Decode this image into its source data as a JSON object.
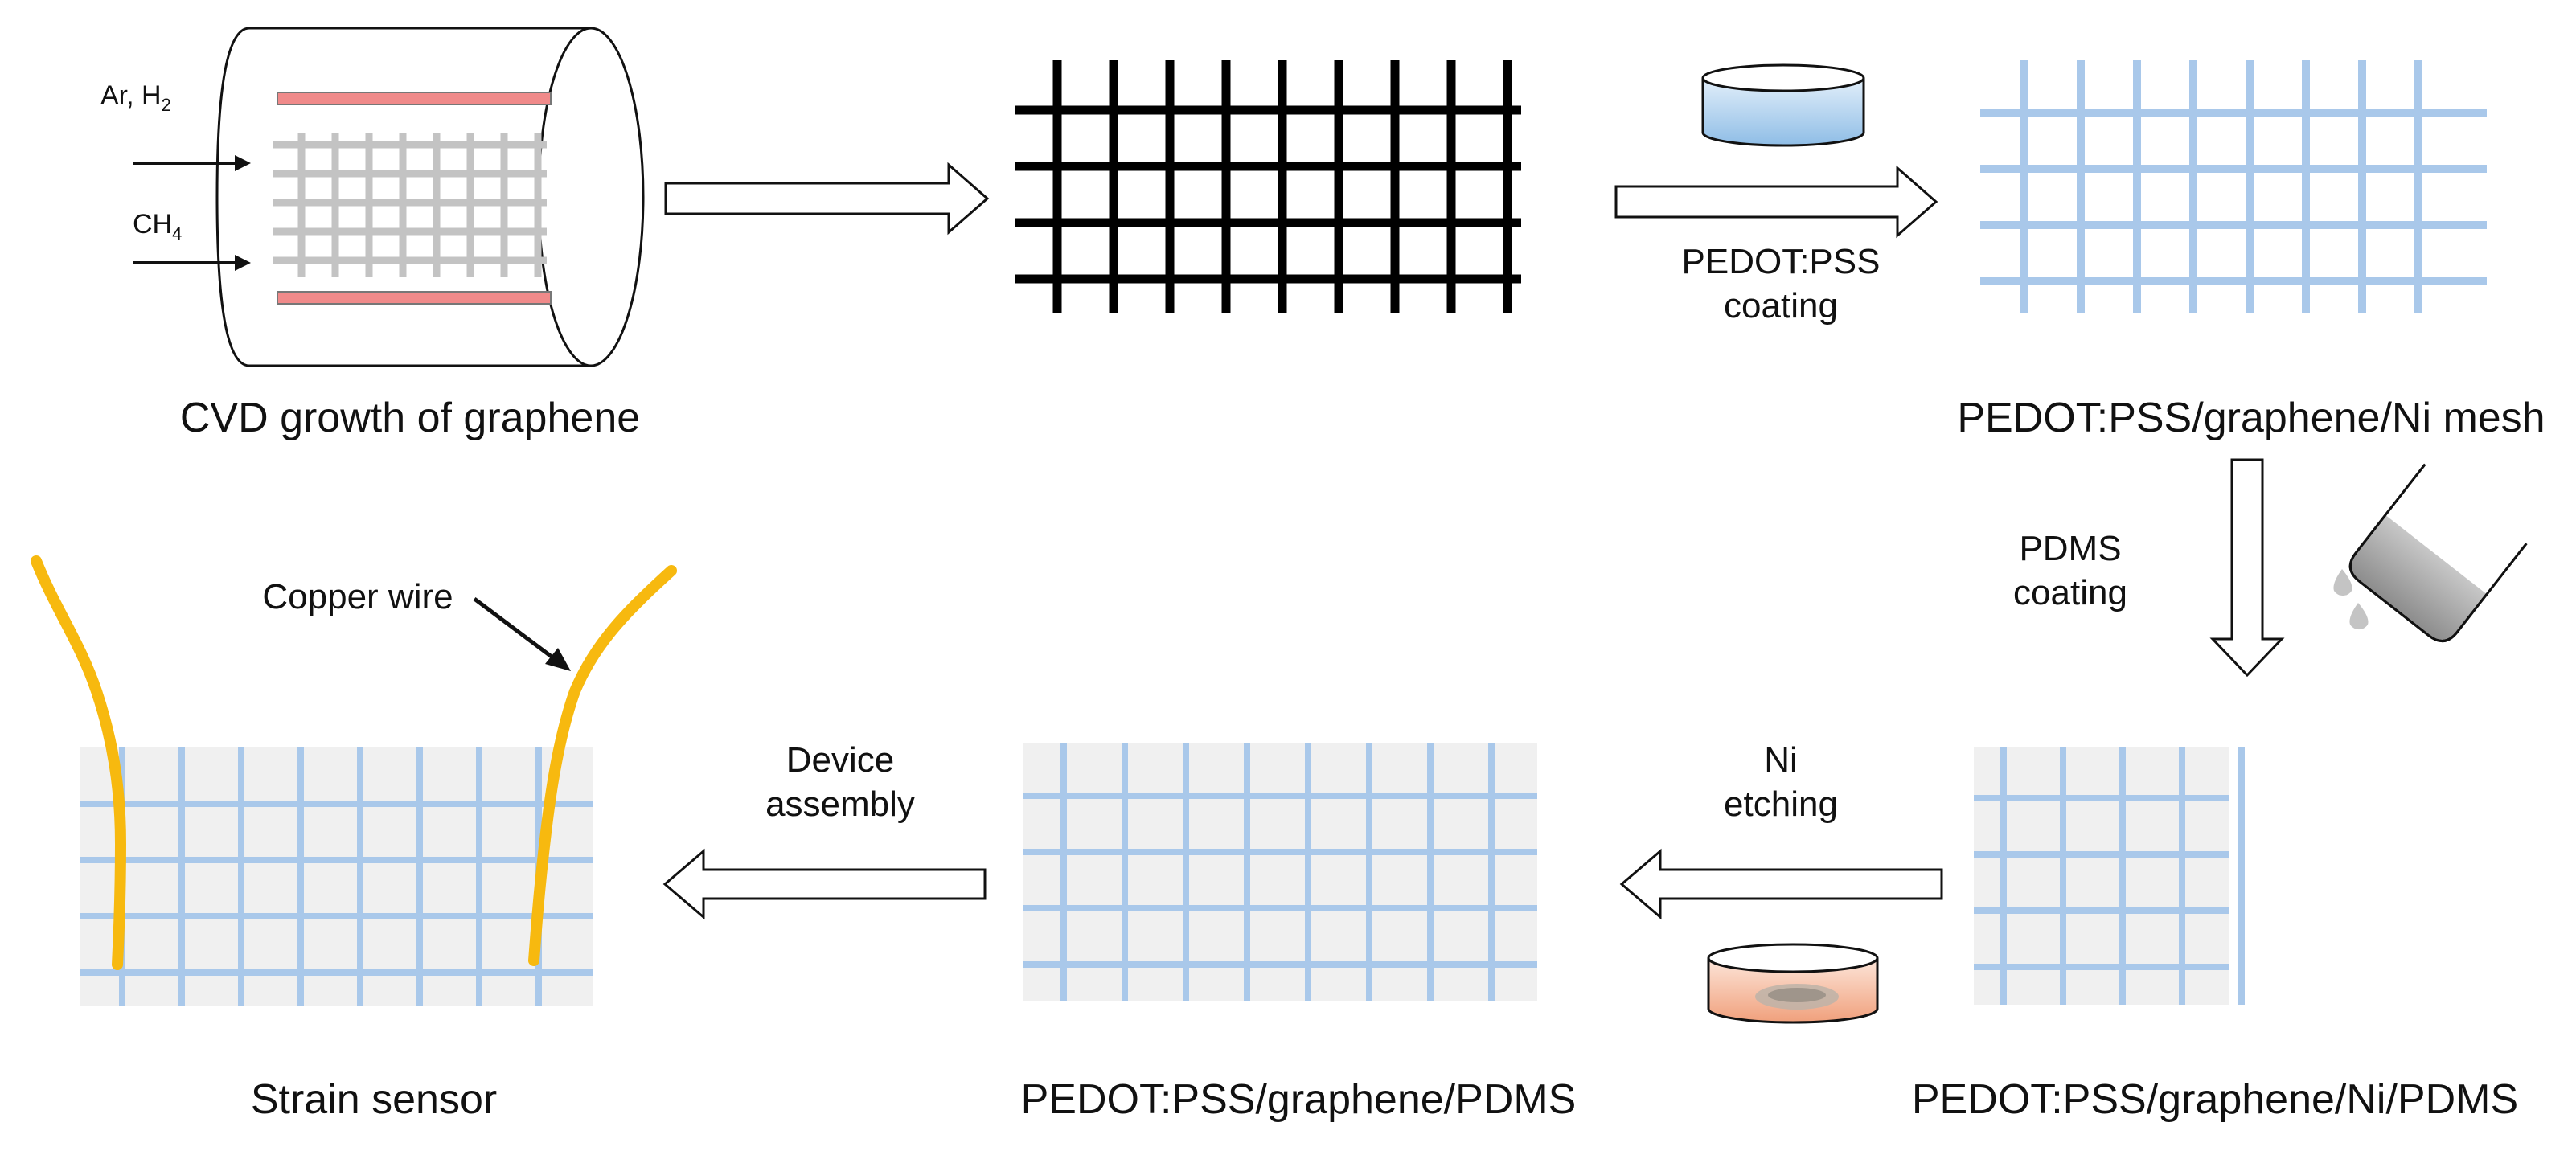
{
  "inputs": {
    "gas1": "Ar, H",
    "gas1_sub": "2",
    "gas2": "CH",
    "gas2_sub": "4"
  },
  "steps": {
    "cvd": "CVD growth of graphene",
    "coated_mesh": "PEDOT:PSS/graphene/Ni mesh",
    "ni_pdms": "PEDOT:PSS/graphene/Ni/PDMS",
    "pdms_film": "PEDOT:PSS/graphene/PDMS",
    "sensor": "Strain sensor"
  },
  "processes": {
    "pedot_line1": "PEDOT:PSS",
    "pedot_line2": "coating",
    "pdms_line1": "PDMS",
    "pdms_line2": "coating",
    "etch_line1": "Ni",
    "etch_line2": "etching",
    "device_line1": "Device",
    "device_line2": "assembly"
  },
  "annotations": {
    "copper_wire": "Copper wire"
  },
  "colors": {
    "heater": "#f08a8a",
    "graphene_mesh": "#000000",
    "pedot_mesh": "#a9c8ea",
    "ni_template": "#c3c3c3",
    "pdms_film": "#f0f0f0",
    "copper_wire": "#f7b90f",
    "pedot_solution": "#9cc6ea",
    "etchant_solution": "#f3b08f"
  }
}
